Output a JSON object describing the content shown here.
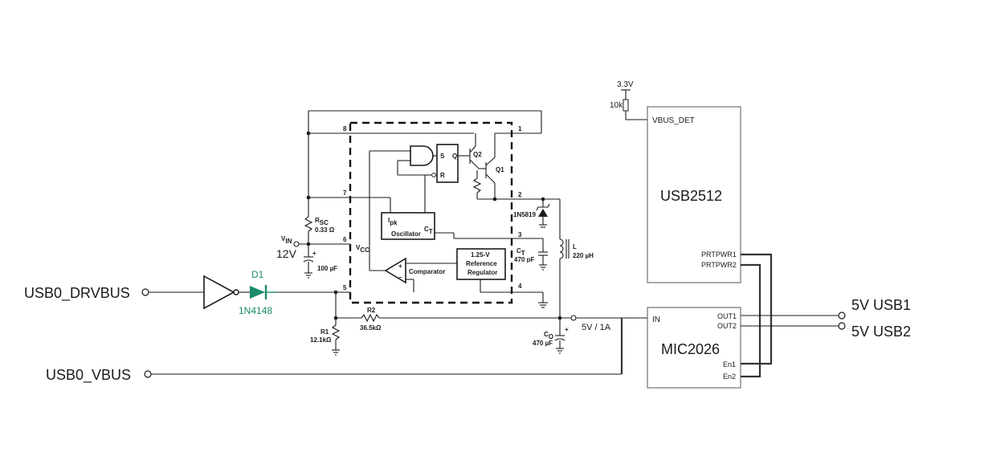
{
  "title": "",
  "colors": {
    "wire": "#1a1a1a",
    "diode_green": "#1b8a6a",
    "box_border": "#555555"
  },
  "nets": {
    "usb0_drvbus": "USB0_DRVBUS",
    "usb0_vbus": "USB0_VBUS",
    "usb1": "5V USB1",
    "usb2": "5V USB2",
    "rail_5v": "5V / 1A",
    "v33": "3.3V",
    "vin_value": "12V"
  },
  "chips": {
    "hub": {
      "name": "USB2512",
      "vbus_det": "VBUS_DET",
      "prtpwr1": "PRTPWR1",
      "prtpwr2": "PRTPWR2"
    },
    "switch": {
      "name": "MIC2026",
      "in": "IN",
      "out1": "OUT1",
      "out2": "OUT2",
      "en1": "En1",
      "en2": "En2"
    }
  },
  "components": {
    "pullup": "10k",
    "diode_d1_ref": "D1",
    "diode_d1_part": "1N4148",
    "r1_ref": "R1",
    "r1_val": "12.1kΩ",
    "r2_ref": "R2",
    "r2_val": "36.5kΩ",
    "co_ref": "C",
    "co_sub": "O",
    "co_val": "470 µF",
    "rsc_ref": "R",
    "rsc_sub": "SC",
    "rsc_val": "0.33 Ω",
    "vin_ref": "V",
    "vin_sub": "IN",
    "cin_val": "100 µF",
    "ct_ref": "C",
    "ct_sub": "T",
    "ct_val": "470 pF",
    "l_ref": "L",
    "l_val": "220 µH",
    "schottky": "1N5819"
  },
  "regulator": {
    "vcc": "V",
    "vcc_sub": "CC",
    "oscillator": "Oscillator",
    "ipk": "I",
    "ipk_sub": "pk",
    "ct_pin": "C",
    "ct_pin_sub": "T",
    "comparator": "Comparator",
    "ref_line1": "1.25-V",
    "ref_line2": "Reference",
    "ref_line3": "Regulator",
    "latch_s": "S",
    "latch_r": "R",
    "latch_q": "Q",
    "q1": "Q1",
    "q2": "Q2",
    "plus": "+",
    "minus": "−",
    "pins": [
      "1",
      "2",
      "3",
      "4",
      "5",
      "6",
      "7",
      "8"
    ]
  }
}
